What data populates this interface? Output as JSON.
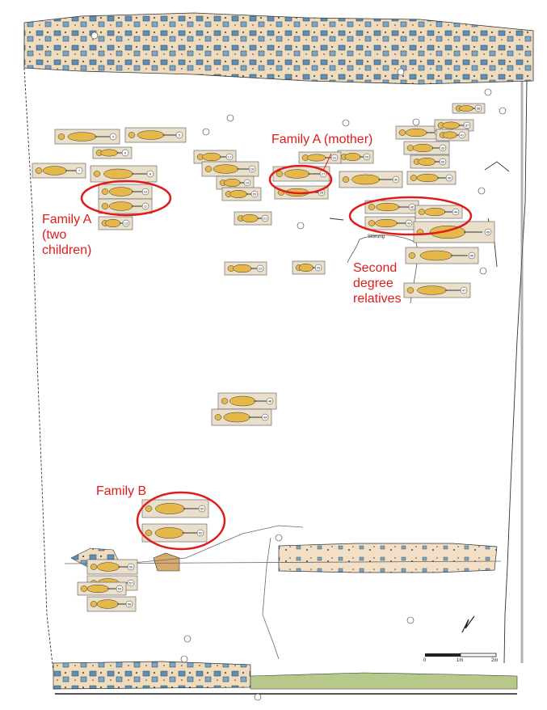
{
  "annotations": {
    "family_a_mother": "Family A (mother)",
    "family_a_children": "Family A\n(two\nchildren)",
    "second_degree": "Second\ndegree\nrelatives",
    "family_b": "Family B"
  },
  "feature_label": "Störung",
  "scale_bar": {
    "labels": [
      "0",
      "1m",
      "2m"
    ]
  },
  "colors": {
    "annotation": "#e01b1b",
    "grave_fill": "#eadfcb",
    "skeleton": "#e6b84a",
    "stone": "#6f9fbf",
    "soil": "#f1ddc4"
  },
  "grave_numbers": [
    "4",
    "5",
    "6",
    "7",
    "8",
    "10",
    "11",
    "13",
    "17",
    "18",
    "19",
    "20",
    "21",
    "22",
    "26",
    "27",
    "28",
    "29",
    "30",
    "31",
    "32",
    "33",
    "35",
    "36",
    "37",
    "38",
    "41",
    "42",
    "43",
    "44",
    "45",
    "46",
    "47",
    "48",
    "49",
    "50",
    "52",
    "56",
    "57",
    "58",
    "59",
    "60",
    "61",
    "62",
    "63",
    "64",
    "65"
  ]
}
